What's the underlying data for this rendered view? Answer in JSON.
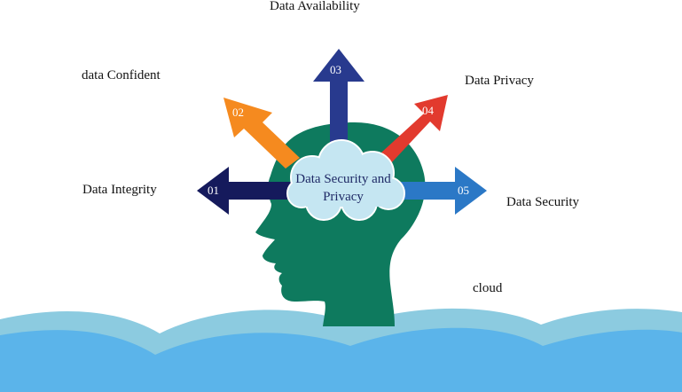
{
  "center": {
    "line1": "Data Security and",
    "line2": "Privacy"
  },
  "labels": {
    "availability": "Data Availability",
    "confident": "data Confident",
    "privacy": "Data Privacy",
    "integrity": "Data Integrity",
    "security": "Data Security",
    "cloud": "cloud"
  },
  "arrows": [
    {
      "number": "01",
      "color": "#151a5c"
    },
    {
      "number": "02",
      "color": "#f58a1f"
    },
    {
      "number": "03",
      "color": "#283a8e"
    },
    {
      "number": "04",
      "color": "#e23a2e"
    },
    {
      "number": "05",
      "color": "#2b78c6"
    }
  ],
  "colors": {
    "head": "#0e7a5e",
    "cloud_fill": "#c5e6f2",
    "wave_back": "#8ccbe0",
    "wave_front": "#5bb4ea"
  }
}
